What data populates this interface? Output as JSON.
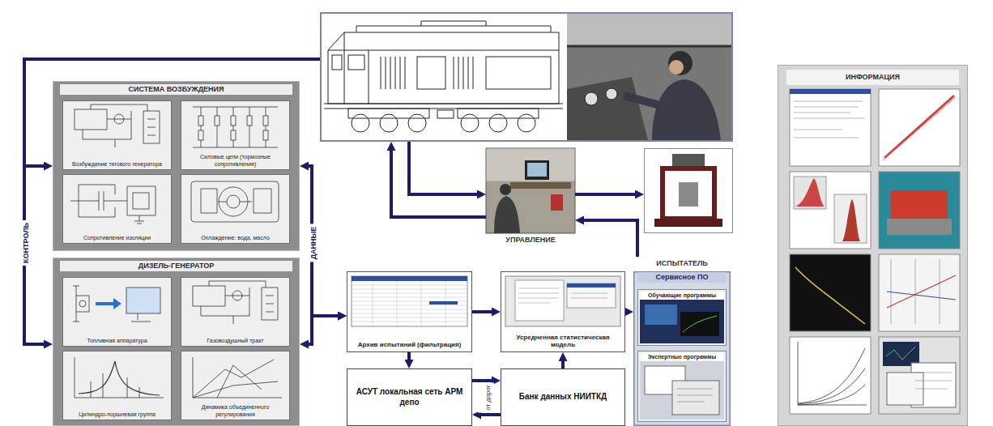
{
  "diagram": {
    "nodes": [
      {
        "text": []
      },
      {
        "text": [
          "СИСТЕМА ВОЗБУЖДЕНИЯ"
        ]
      },
      {
        "text": [
          "Возбуждение тягового генератора"
        ],
        "in": 1
      },
      {
        "text": [
          "Силовые цепи (тормозные сопротивления)"
        ],
        "in": 1
      },
      {
        "text": [
          "Сопротивление изоляции"
        ],
        "in": 1
      },
      {
        "text": [
          "Охлаждение: вода, масло"
        ],
        "in": 1
      },
      {
        "text": [
          "ДИЗЕЛЬ-ГЕНЕРАТОР"
        ]
      },
      {
        "text": [
          "Топливная аппаратура"
        ],
        "in": 6
      },
      {
        "text": [
          "Газовоздушный тракт"
        ],
        "in": 6
      },
      {
        "text": [
          "Цилиндро-поршневая группа"
        ],
        "in": 6
      },
      {
        "text": [
          "Динамика объединенного регулирования"
        ],
        "in": 6
      },
      {
        "text": [
          "УПРАВЛЕНИЕ"
        ]
      },
      {
        "text": []
      },
      {
        "text": [
          "ИНФОРМАЦИЯ"
        ]
      },
      {
        "text": [
          "Архив испытаний (фильтрация)"
        ]
      },
      {
        "text": [
          "Усредненная статистическая модель"
        ]
      },
      {
        "text": [
          "ИСПЫТАТЕЛЬ",
          "Сервисное ПО"
        ]
      },
      {
        "text": [
          "Обучающие программы"
        ],
        "in": 16
      },
      {
        "text": [
          "Экспертные программы"
        ],
        "in": 16
      },
      {
        "text": [
          "АСУТ локальная сеть АРМ депо"
        ]
      },
      {
        "text": [
          "Банк данных НИИТКД"
        ]
      }
    ],
    "edges": [
      {
        "from": 0,
        "to": 1,
        "arrow": "to"
      },
      {
        "from": 0,
        "to": 6,
        "arrow": "to",
        "label": "КОНТРОЛЬ"
      },
      {
        "from": 1,
        "to": 14,
        "arrow": "both",
        "label": "ДАННЫЕ"
      },
      {
        "from": 6,
        "to": 14,
        "arrow": "both"
      },
      {
        "from": 0,
        "to": 11,
        "arrow": "to"
      },
      {
        "from": 11,
        "to": 0,
        "arrow": "to"
      },
      {
        "from": 11,
        "to": 12,
        "arrow": "to"
      },
      {
        "from": 16,
        "to": 11,
        "arrow": "to"
      },
      {
        "from": 14,
        "to": 15,
        "arrow": "to"
      },
      {
        "from": 15,
        "to": 16,
        "arrow": "to"
      },
      {
        "from": 14,
        "to": 19,
        "arrow": "to"
      },
      {
        "from": 20,
        "to": 15,
        "arrow": "to"
      },
      {
        "from": 19,
        "to": 20,
        "arrow": "to"
      },
      {
        "from": 20,
        "to": 19,
        "arrow": "to"
      }
    ],
    "labels": [
      "от дорог"
    ]
  }
}
